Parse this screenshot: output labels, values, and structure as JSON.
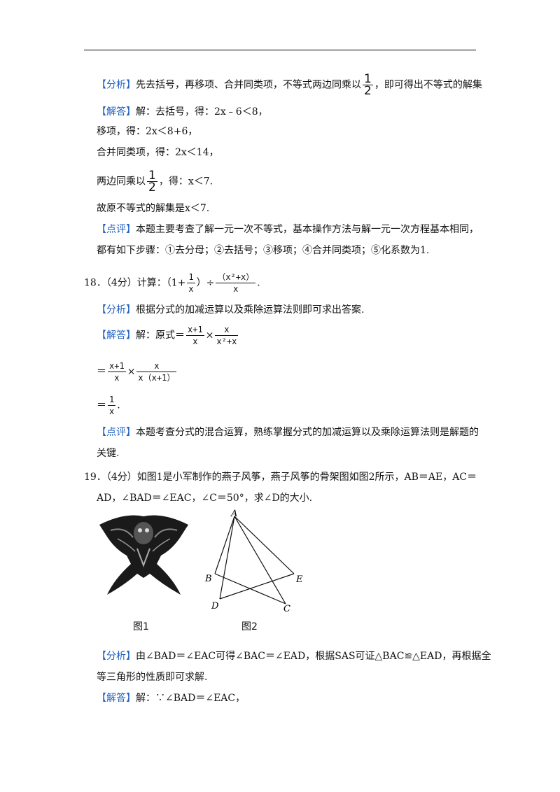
{
  "tags": {
    "analysis": "【分析】",
    "answer": "【解答】",
    "comment": "【点评】"
  },
  "q17": {
    "analysis_a": "先去括号，再移项、合并同类项，不等式两边同乘以",
    "half_num": "1",
    "half_den": "2",
    "analysis_b": "，即可得出不等式的解集",
    "ans1": "解：去括号，得：2x﹣6＜8，",
    "ans2": "移项，得：2x＜8+6，",
    "ans3": "合并同类项，得：2x＜14，",
    "ans4a": "两边同乘以",
    "ans4b": "，得：x＜7.",
    "ans5": "故原不等式的解集是x＜7.",
    "comment1": "本题主要考查了解一元一次不等式，基本操作方法与解一元一次方程基本相同，",
    "comment2": "都有如下步骤：①去分母；②去括号；③移项；④合并同类项；⑤化系数为1."
  },
  "q18": {
    "head": "18．（4分）计算：（1+",
    "f1_num": "1",
    "f1_den": "x",
    "mid": "）÷",
    "f2_num": "（x²+x）",
    "f2_den": "x",
    "end": ".",
    "analysis": "根据分式的加减运算以及乘除运算法则即可求出答案.",
    "ans_prefix": "解：原式＝",
    "s1a_num": "x+1",
    "s1a_den": "x",
    "times": "×",
    "s1b_num": "x",
    "s1b_den": "x²+x",
    "eq": "＝",
    "s2a_num": "x+1",
    "s2a_den": "x",
    "s2b_num": "x",
    "s2b_den": "x（x+1）",
    "s3_num": "1",
    "s3_den": "x",
    "dot": ".",
    "comment1": "本题考查分式的混合运算，熟练掌握分式的加减运算以及乘除运算法则是解题的",
    "comment2": "关键."
  },
  "q19": {
    "line1": "19．（4分）如图1是小军制作的燕子风筝，燕子风筝的骨架图如图2所示，AB＝AE，AC＝",
    "line2": "AD，∠BAD＝∠EAC，∠C＝50°，求∠D的大小.",
    "fig1_caption": "图1",
    "fig2_caption": "图2",
    "labels": {
      "A": "A",
      "B": "B",
      "E": "E",
      "D": "D",
      "C": "C"
    },
    "analysis1": "由∠BAD＝∠EAC可得∠BAC＝∠EAD，根据SAS可证△BAC≌△EAD，再根据全",
    "analysis2": "等三角形的性质即可求解.",
    "ans1": "解：∵∠BAD＝∠EAC，"
  }
}
